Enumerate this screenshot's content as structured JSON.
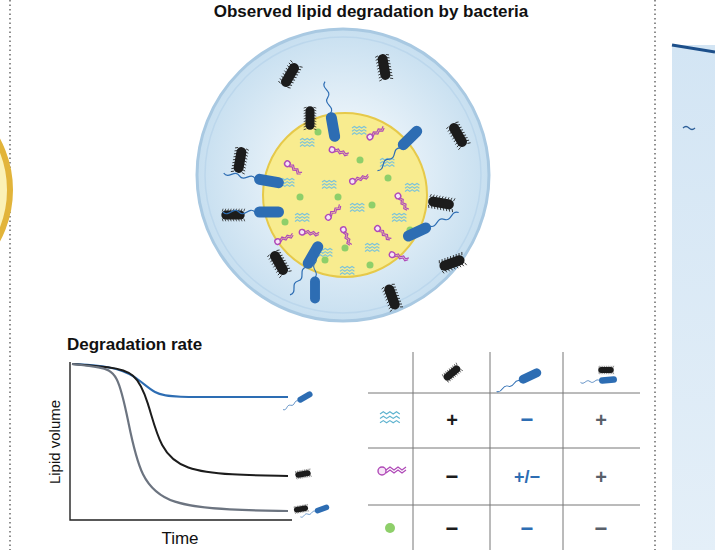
{
  "diagram": {
    "title": "Observed lipid degradation by bacteria",
    "labels": [
      "Degradation rate",
      "Lipid volume",
      "Time",
      "+",
      "−",
      "+",
      "−",
      "+/−",
      "+",
      "−",
      "−",
      "−"
    ]
  }
}
